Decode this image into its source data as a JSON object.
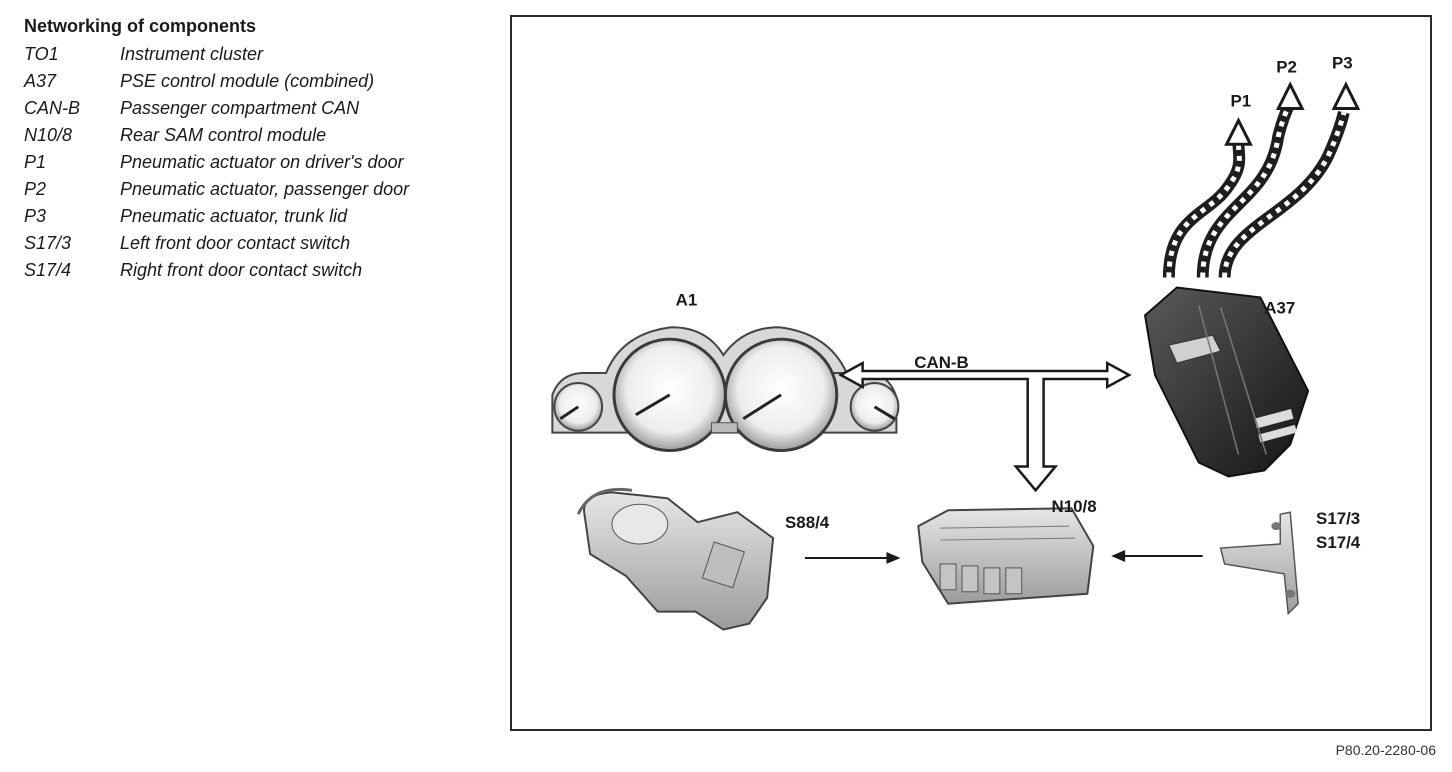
{
  "legend": {
    "title": "Networking of components",
    "items": [
      {
        "code": "TO1",
        "description": "Instrument cluster"
      },
      {
        "code": "A37",
        "description": "PSE control module (combined)"
      },
      {
        "code": "CAN-B",
        "description": "Passenger compartment CAN"
      },
      {
        "code": "N10/8",
        "description": "Rear SAM control module"
      },
      {
        "code": "P1",
        "description": "Pneumatic actuator on driver's door"
      },
      {
        "code": "P2",
        "description": "Pneumatic actuator, passenger door"
      },
      {
        "code": "P3",
        "description": "Pneumatic actuator, trunk lid"
      },
      {
        "code": "S17/3",
        "description": "Left front door contact switch"
      },
      {
        "code": "S17/4",
        "description": "Right front door contact switch"
      }
    ]
  },
  "diagram": {
    "labels": {
      "a1": "A1",
      "a37": "A37",
      "can_b": "CAN-B",
      "n10_8": "N10/8",
      "s88_4": "S88/4",
      "s17_3": "S17/3",
      "s17_4": "S17/4",
      "p1": "P1",
      "p2": "P2",
      "p3": "P3"
    }
  },
  "figure_id": "P80.20-2280-06"
}
